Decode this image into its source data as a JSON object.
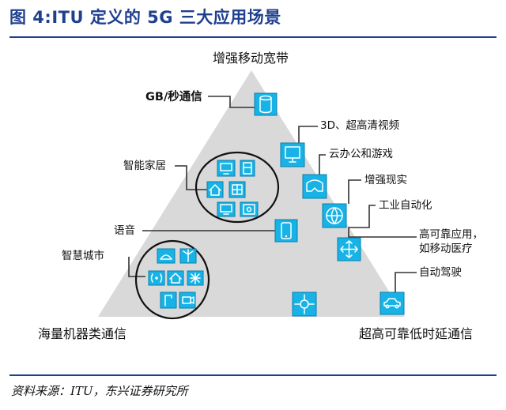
{
  "figure": {
    "title": "图 4:ITU 定义的 5G 三大应用场景",
    "source": "资料来源：ITU，东兴证券研究所"
  },
  "corners": {
    "top": "增强移动宽带",
    "bottom_left": "海量机器类通信",
    "bottom_right": "超高可靠低时延通信"
  },
  "applications": {
    "gb_per_second": "GB/秒通信",
    "video_3d": "3D、超高清视频",
    "cloud_office_gaming": "云办公和游戏",
    "augmented_reality": "增强现实",
    "smart_home": "智能家居",
    "voice": "语音",
    "industrial_automation": "工业自动化",
    "mission_critical": [
      "高可靠应用，",
      "如移动医疗"
    ],
    "self_driving": "自动驾驶",
    "smart_city": "智慧城市"
  },
  "colors": {
    "title_blue": "#1f3f8f",
    "tile_blue": "#17b3e6",
    "triangle_gray": "#d9d9d9"
  },
  "icons": [
    "database-icon",
    "monitor-icon",
    "vr-headset-icon",
    "globe-icon",
    "phone-icon",
    "arrows-cross-icon",
    "network-node-icon",
    "car-icon",
    "tv-icon",
    "fridge-icon",
    "house-icon",
    "grid-icon",
    "speaker-icon",
    "dome-light-icon",
    "wind-turbine-icon",
    "wifi-signal-icon",
    "antenna-tower-icon",
    "street-lamp-icon",
    "camera-icon"
  ]
}
